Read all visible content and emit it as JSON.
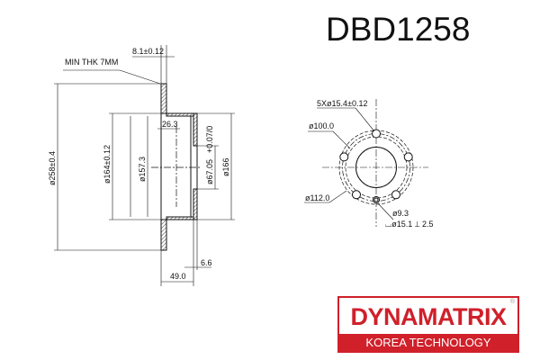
{
  "title": "DBD1258",
  "side_view": {
    "min_thk": "MIN THK 7MM",
    "thickness": "8.1±0.12",
    "outer_diameter": "ø258±0.4",
    "hat_diameter": "ø164±0.12",
    "inner_diameter": "ø157.3",
    "hat_depth": "26.3",
    "center_bore": "ø67.05",
    "center_bore_tol": "+0.07/0",
    "hat_outer": "ø166",
    "height": "49.0",
    "hub_thickness": "6.6"
  },
  "front_view": {
    "bolt_holes": "5Xø15.4±0.12",
    "pcd_inner": "ø100.0",
    "pcd_outer": "ø112.0",
    "small_hole": "ø9.3",
    "counterbore": "⌴ø15.1 ⟂ 2.5"
  },
  "logo": {
    "brand": "DYNAMATRIX",
    "registered": "®",
    "tagline": "KOREA TECHNOLOGY",
    "color": "#d0202a"
  }
}
